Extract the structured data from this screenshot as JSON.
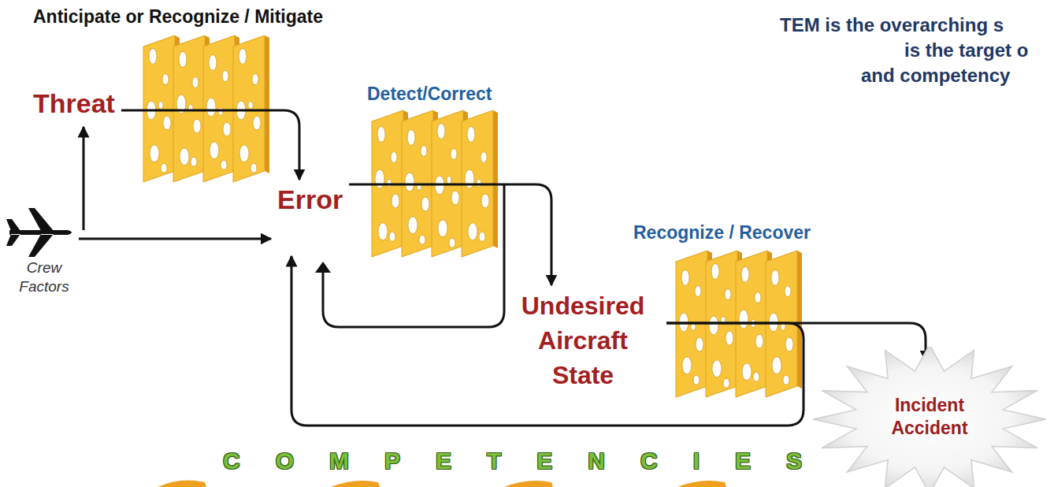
{
  "diagram": {
    "nodes": [
      {
        "text": [
          "Crew Factors"
        ]
      },
      {
        "text": [
          "Threat"
        ]
      },
      {
        "text": [
          "Error"
        ]
      },
      {
        "text": [
          "Undesired Aircraft State"
        ]
      },
      {
        "text": [
          "Incident Accident"
        ]
      }
    ],
    "edges": [
      {
        "from": 0,
        "to": 1,
        "arrow": "to"
      },
      {
        "from": 0,
        "to": 2,
        "arrow": "to"
      },
      {
        "from": 1,
        "to": 2,
        "arrow": "to"
      },
      {
        "from": 2,
        "to": 3,
        "arrow": "to"
      },
      {
        "from": 3,
        "to": 4,
        "arrow": "to"
      },
      {
        "from": 3,
        "to": 2,
        "arrow": "to"
      }
    ],
    "labels": [
      "Anticipate or Recognize / Mitigate",
      "Detect/Correct",
      "Recognize / Recover",
      "COMPETENCIES",
      "TEM is the overarching s",
      "is the target o",
      "and competency"
    ]
  }
}
